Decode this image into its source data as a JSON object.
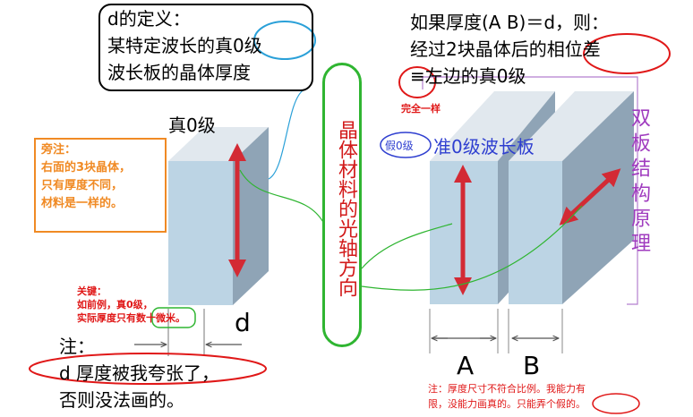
{
  "definition": {
    "title": "d的定义：",
    "line1": "某特定波长的真0级",
    "line2": "波长板的晶体厚度"
  },
  "side_note": "旁注：\n右面的3块晶体，\n只有厚度不同，\n材料是一样的。",
  "real_zero_order_label": "真0级",
  "optic_axis_label": "晶体材料的光轴方向",
  "right_text": {
    "line1": "如果厚度(A B)＝d，则：",
    "line2": "经过2块晶体后的相位差",
    "line3": "≡左边的真0级",
    "exact_same": "完全一样"
  },
  "pseudo_zero": {
    "fake": "假0级",
    "quasi": "准0级波长板"
  },
  "dual_plate_label": "双板结构原理",
  "key_note": "关键：\n如前例，真0级，\n实际厚度只有数十微米。",
  "d_label": "d",
  "bottom_note": {
    "title": "注：",
    "line1": "d 厚度被我夸张了，",
    "line2": "否则没法画的。"
  },
  "labels_ab": {
    "a": "A",
    "b": "B"
  },
  "bottom_right_note": {
    "line1": "注：厚度尺寸不符合比例。我能力有",
    "line2": "限，没能力画真的。只能弄个假的。"
  },
  "colors": {
    "crystal_front": "#bcd4e4",
    "crystal_side": "#8fa4b6",
    "crystal_top": "#e1e8ee",
    "arrow": "#d32a34",
    "annotation_red": "#e01818",
    "green": "#2fb531",
    "blue": "#2f3fd0",
    "orange": "#f08a24",
    "purple": "#a03cbf"
  }
}
